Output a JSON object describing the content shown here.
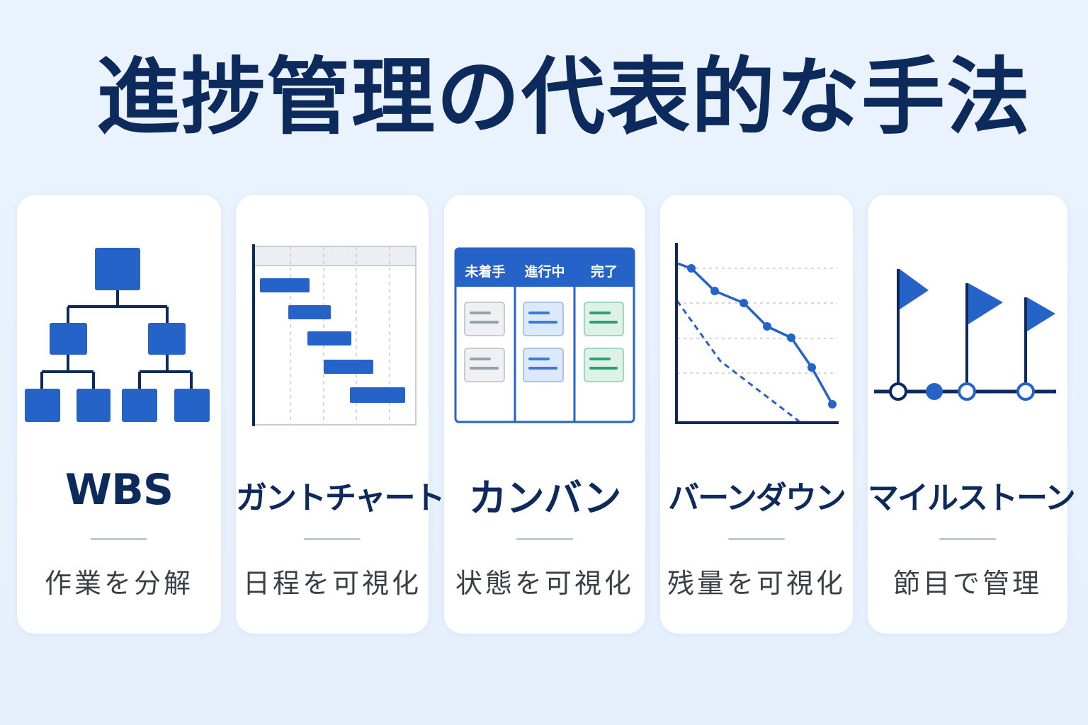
{
  "title": "進捗管理の代表的な手法",
  "colors": {
    "navy": "#0d2a5c",
    "blue": "#2563c9",
    "green": "#2f9e76",
    "gray": "#9aa0aa"
  },
  "cards": [
    {
      "name": "WBS",
      "desc": "作業を分解",
      "icon": "tree-hierarchy-icon"
    },
    {
      "name": "ガントチャート",
      "desc": "日程を可視化",
      "icon": "gantt-chart-icon"
    },
    {
      "name": "カンバン",
      "desc": "状態を可視化",
      "icon": "kanban-board-icon",
      "columns": [
        "未着手",
        "進行中",
        "完了"
      ]
    },
    {
      "name": "バーンダウン",
      "desc": "残量を可視化",
      "icon": "burndown-chart-icon"
    },
    {
      "name": "マイルストーン",
      "desc": "節目で管理",
      "icon": "milestone-flags-icon"
    }
  ]
}
